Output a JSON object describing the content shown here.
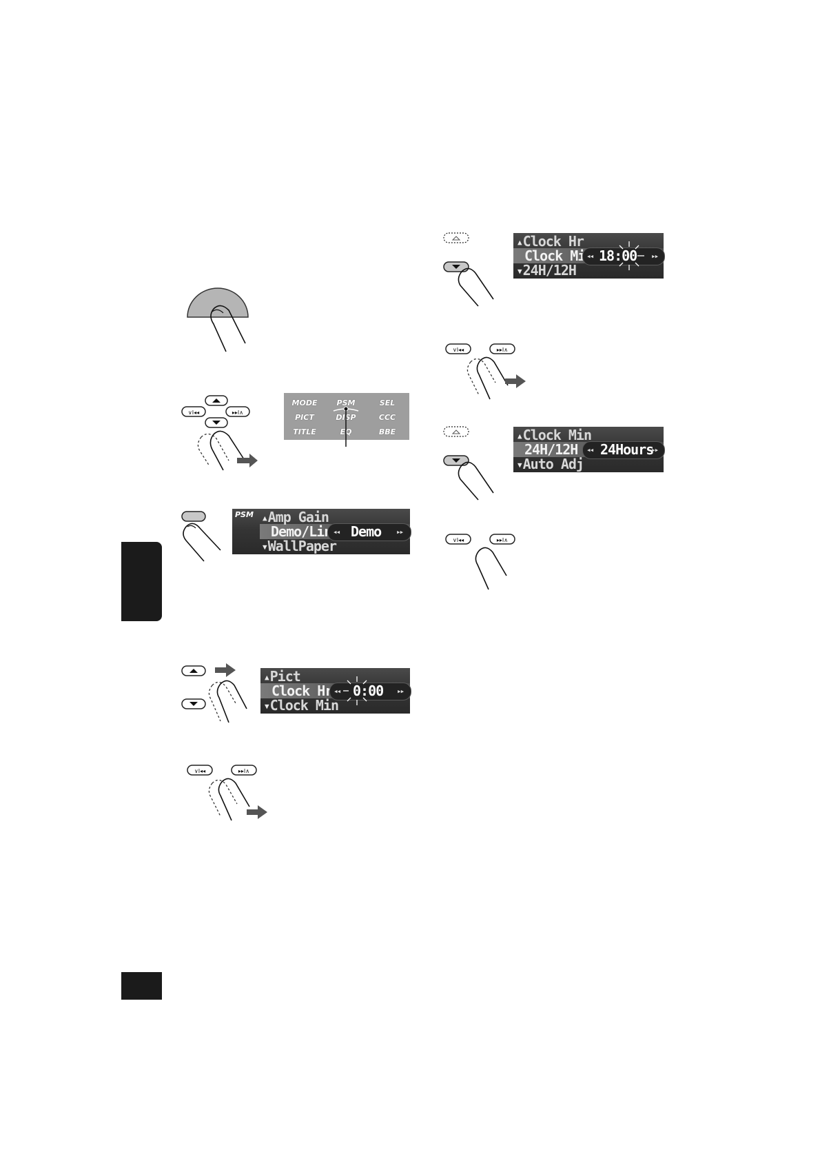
{
  "menu_panel": {
    "items": [
      "MODE",
      "PSM",
      "SEL",
      "PICT",
      "DISP",
      "CCC",
      "TITLE",
      "EQ",
      "BBE"
    ]
  },
  "psm_display": {
    "tag": "PSM",
    "rows": [
      "Amp Gain",
      "Demo/Link",
      "WallPaper"
    ],
    "value": "Demo"
  },
  "clock_hr_display": {
    "rows": [
      "Pict",
      "Clock Hr",
      "Clock Min"
    ],
    "value": "0:00"
  },
  "clock_min_display": {
    "rows": [
      "Clock Hr",
      "Clock Min",
      "24H/12H"
    ],
    "value": "18:00"
  },
  "hours_display": {
    "rows": [
      "Clock Min",
      "24H/12H",
      "Auto Adj"
    ],
    "value": "24Hours"
  },
  "icons": [
    "finger-press-icon",
    "up-arrow-button-icon",
    "down-arrow-button-icon",
    "prev-track-button-icon",
    "next-track-button-icon",
    "slide-arrow-icon",
    "blink-burst-icon"
  ],
  "colors": {
    "lcd": "#333333",
    "menu": "#9e9e9e",
    "tab": "#1b1b1b"
  }
}
